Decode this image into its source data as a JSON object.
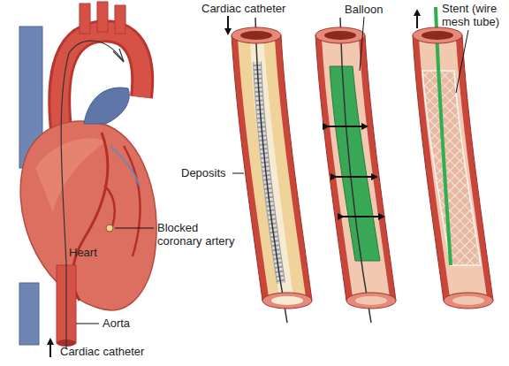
{
  "diagram": {
    "labels": [
      "Cardiac catheter",
      "Balloon",
      "Stent (wire mesh tube)",
      "Deposits",
      "Blocked coronary artery",
      "Heart",
      "Aorta",
      "Cardiac catheter"
    ]
  }
}
